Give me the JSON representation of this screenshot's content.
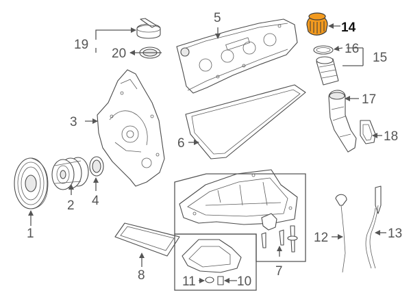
{
  "diagram": {
    "highlight_color": "#f39a1e",
    "callouts": [
      {
        "id": "c1",
        "label": "1"
      },
      {
        "id": "c2",
        "label": "2"
      },
      {
        "id": "c3",
        "label": "3"
      },
      {
        "id": "c4",
        "label": "4"
      },
      {
        "id": "c5",
        "label": "5"
      },
      {
        "id": "c6",
        "label": "6"
      },
      {
        "id": "c7",
        "label": "7"
      },
      {
        "id": "c8",
        "label": "8"
      },
      {
        "id": "c10",
        "label": "10"
      },
      {
        "id": "c11",
        "label": "11"
      },
      {
        "id": "c12",
        "label": "12"
      },
      {
        "id": "c13",
        "label": "13"
      },
      {
        "id": "c14",
        "label": "14",
        "highlighted": true
      },
      {
        "id": "c15",
        "label": "15"
      },
      {
        "id": "c16",
        "label": "16"
      },
      {
        "id": "c17",
        "label": "17"
      },
      {
        "id": "c18",
        "label": "18"
      },
      {
        "id": "c19",
        "label": "19"
      },
      {
        "id": "c20",
        "label": "20"
      }
    ]
  }
}
